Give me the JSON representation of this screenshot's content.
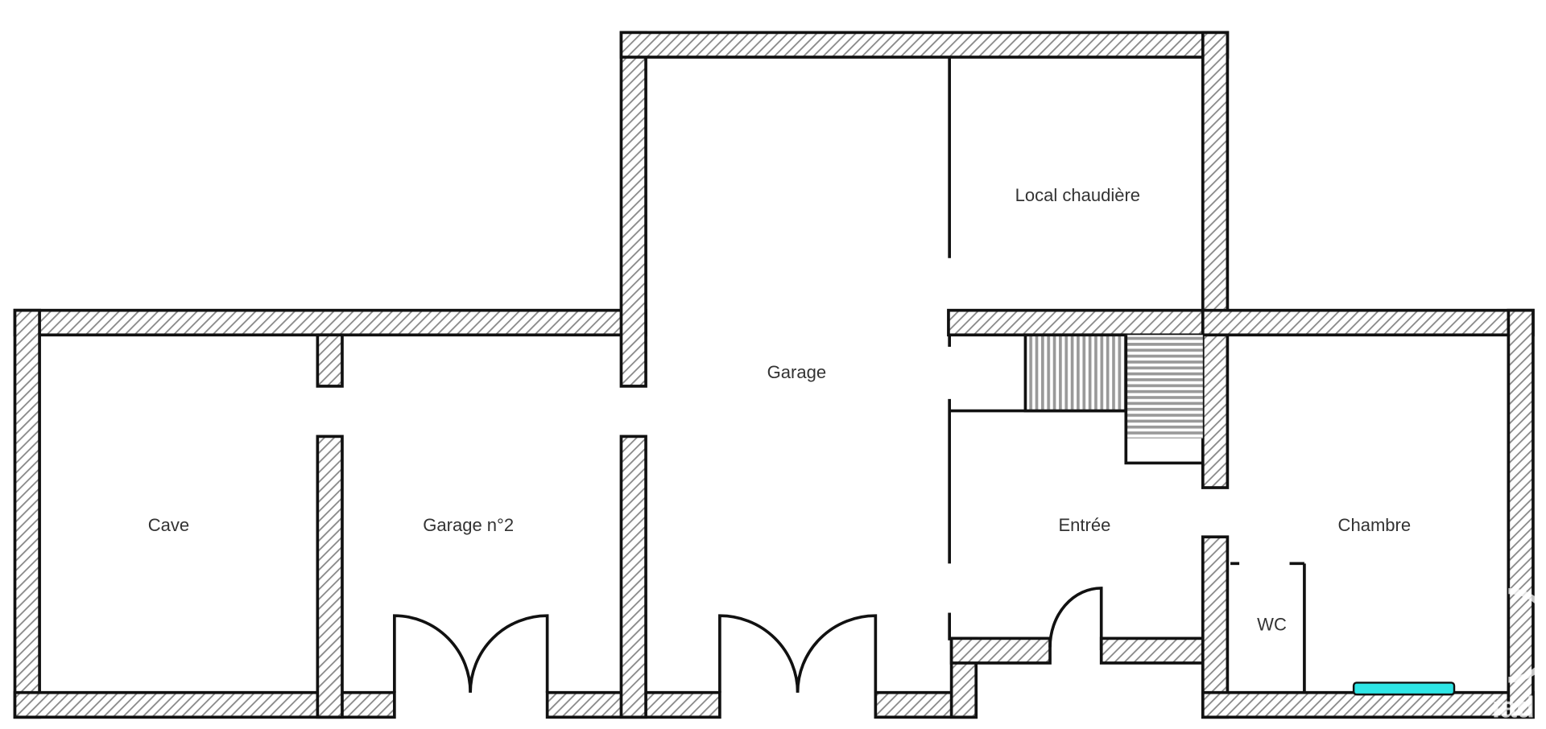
{
  "plan": {
    "rooms": {
      "cave": "Cave",
      "garage2": "Garage n°2",
      "garage": "Garage",
      "boiler": "Local chaudière",
      "entry": "Entrée",
      "bedroom": "Chambre",
      "wc": "WC"
    },
    "watermark": "iad",
    "colors": {
      "wall_line": "#111111",
      "hatch": "#9a9a9a",
      "window": "#2ee6e6"
    }
  }
}
